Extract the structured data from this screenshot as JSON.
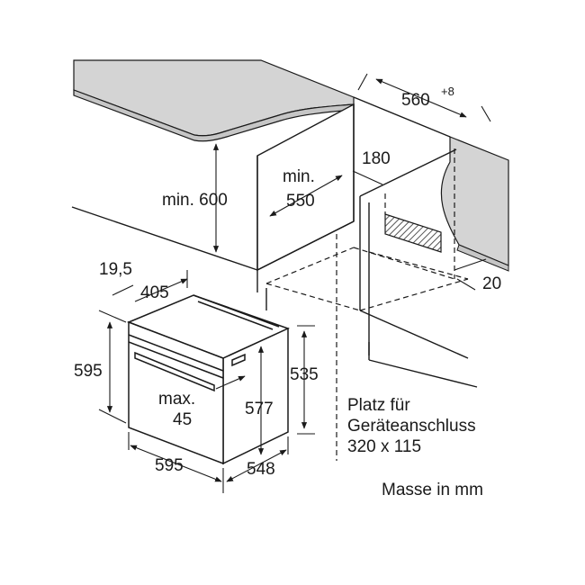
{
  "labels": {
    "width_niche": "560",
    "width_niche_tolerance": "+8",
    "depth_min": "min.",
    "depth_min_value": "550",
    "height_min": "min. 600",
    "back_gap": "180",
    "side_gap": "20",
    "door_offset": "19,5",
    "door_depth": "405",
    "total_height": "595",
    "body_height": "535",
    "inner_height": "577",
    "handle_max": "max.",
    "handle_max_value": "45",
    "total_width": "595",
    "body_depth": "548",
    "note_line1": "Platz für",
    "note_line2": "Geräteanschluss",
    "note_line3": "320 x 115",
    "units": "Masse in mm"
  },
  "colors": {
    "line": "#1a1a1a",
    "countertop": "#d4d4d4",
    "hatch": "#888888"
  }
}
